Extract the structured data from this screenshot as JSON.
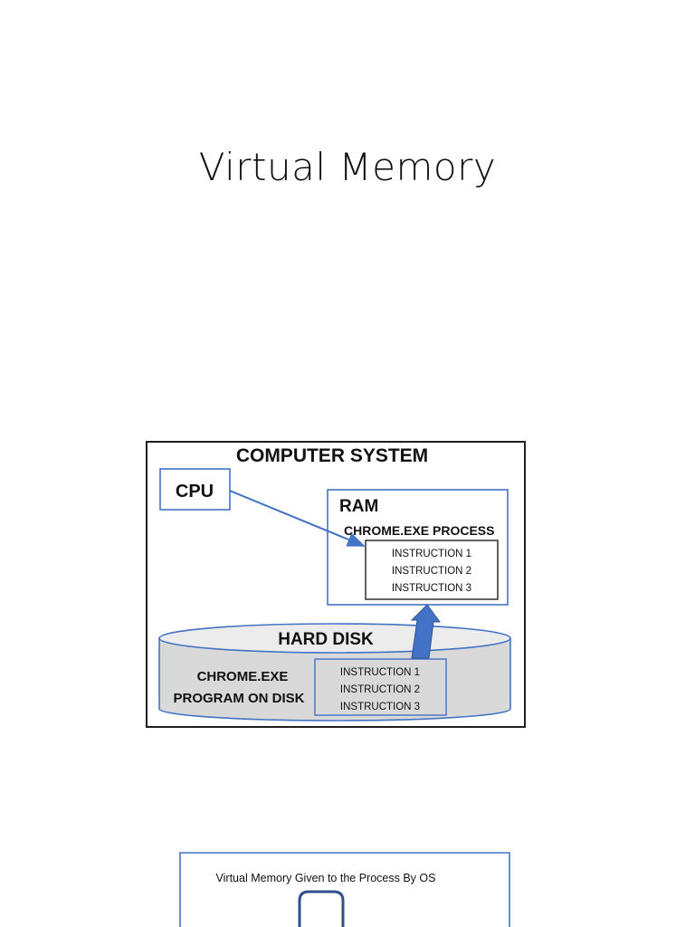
{
  "page": {
    "title": "Virtual Memory"
  },
  "diagram1": {
    "title": "COMPUTER SYSTEM",
    "cpu_label": "CPU",
    "ram_label": "RAM",
    "process_label": "CHROME.EXE PROCESS",
    "ram_instructions": [
      "INSTRUCTION 1",
      "INSTRUCTION 2",
      "INSTRUCTION 3"
    ],
    "disk_label": "HARD DISK",
    "disk_program_line1": "CHROME.EXE",
    "disk_program_line2": "PROGRAM ON DISK",
    "disk_instructions": [
      "INSTRUCTION 1",
      "INSTRUCTION 2",
      "INSTRUCTION 3"
    ]
  },
  "diagram2": {
    "title": "Virtual Memory Given to the Process By OS"
  },
  "colors": {
    "accent_blue": "#4472c4",
    "disk_fill": "#d9d9d9",
    "border_dark": "#1f1f1f"
  }
}
